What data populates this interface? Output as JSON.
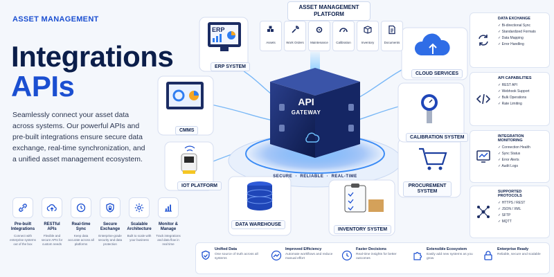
{
  "header": {
    "eyebrow": "ASSET MANAGEMENT",
    "title_line1": "Integrations",
    "title_line2": "APIs",
    "lead": "Seamlessly connect your asset data across systems. Our powerful APIs and pre-built integrations ensure secure data exchange, real-time synchronization, and a unified asset management ecosystem."
  },
  "features": [
    {
      "icon": "link-icon",
      "title": "Pre-built Integrations",
      "desc": "Connect with enterprise systems out of the box"
    },
    {
      "icon": "cloud-upload-icon",
      "title": "RESTful APIs",
      "desc": "Flexible and secure APIs for custom needs"
    },
    {
      "icon": "clock-icon",
      "title": "Real-time Sync",
      "desc": "Keep data accurate across all platforms"
    },
    {
      "icon": "shield-icon",
      "title": "Secure Exchange",
      "desc": "Enterprise-grade security and data protection"
    },
    {
      "icon": "gear-icon",
      "title": "Scalable Architecture",
      "desc": "Built to scale with your business"
    },
    {
      "icon": "bar-chart-icon",
      "title": "Monitor & Manage",
      "desc": "Track integrations and data flow in real time"
    }
  ],
  "platform": {
    "title": "ASSET MANAGEMENT PLATFORM",
    "modules": [
      "Assets",
      "Work Orders",
      "Maintenance",
      "Calibration",
      "Inventory",
      "Documents"
    ]
  },
  "gateway": {
    "line1": "API",
    "line2": "GATEWAY",
    "ring_text": "SECURE  ·  RELIABLE  ·  REAL-TIME"
  },
  "systems": {
    "erp_screen": "ERP",
    "erp": "ERP SYSTEM",
    "cmms": "CMMS",
    "iot": "IOT PLATFORM",
    "warehouse": "DATA WAREHOUSE",
    "inventory": "INVENTORY SYSTEM",
    "procurement": "PROCUREMENT SYSTEM",
    "calibration": "CALIBRATION SYSTEM",
    "cloud": "CLOUD SERVICES"
  },
  "side_cards": [
    {
      "icon": "sync-icon",
      "title": "DATA EXCHANGE",
      "items": [
        "Bi-directional Sync",
        "Standardized Formats",
        "Data Mapping",
        "Error Handling"
      ]
    },
    {
      "icon": "code-icon",
      "title": "API CAPABILITIES",
      "items": [
        "REST API",
        "Webhook Support",
        "Bulk Operations",
        "Rate Limiting"
      ]
    },
    {
      "icon": "monitor-chart-icon",
      "title": "INTEGRATION MONITORING",
      "items": [
        "Connection Health",
        "Sync Status",
        "Error Alerts",
        "Audit Logs"
      ]
    },
    {
      "icon": "network-icon",
      "title": "SUPPORTED PROTOCOLS",
      "items": [
        "HTTPS / REST",
        "JSON / XML",
        "SFTP",
        "MQTT"
      ]
    }
  ],
  "benefits": [
    {
      "icon": "shield-check-icon",
      "title": "Unified Data",
      "desc": "One source of truth across all systems"
    },
    {
      "icon": "trend-icon",
      "title": "Improved Efficiency",
      "desc": "Automate workflows and reduce manual effort"
    },
    {
      "icon": "clock-icon",
      "title": "Faster Decisions",
      "desc": "Real-time insights for better outcomes"
    },
    {
      "icon": "puzzle-icon",
      "title": "Extensible Ecosystem",
      "desc": "Easily add new systems as you grow"
    },
    {
      "icon": "lock-icon",
      "title": "Enterprise Ready",
      "desc": "Reliable, secure and scalable"
    }
  ],
  "colors": {
    "primary": "#1b4fd1",
    "navy": "#0b1e4a",
    "glow": "#4aa3ff"
  }
}
